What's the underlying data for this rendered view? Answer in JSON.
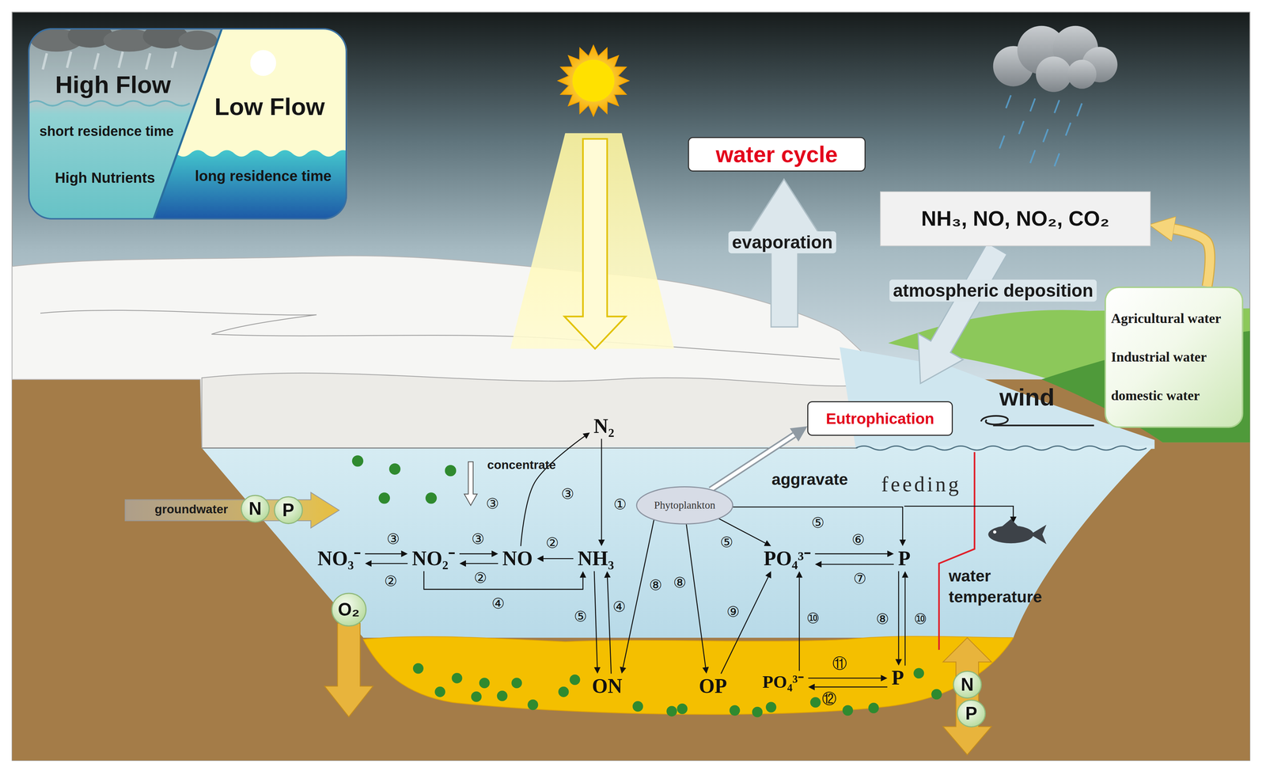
{
  "diagram": {
    "nodes": [
      {
        "text": [
          "High Flow",
          "short residence time",
          "High Nutrients",
          "Low Flow",
          "long residence time"
        ]
      },
      {
        "text": [
          "water cycle"
        ]
      },
      {
        "text": [
          "NH₃, NO, NO₂, CO₂"
        ]
      },
      {
        "text": [
          "Agricultural water",
          "Industrial water",
          "domestic water"
        ]
      },
      {
        "text": [
          "Eutrophication"
        ]
      },
      {
        "text": [
          "N₂"
        ]
      },
      {
        "text": [
          "N"
        ]
      },
      {
        "text": [
          "P"
        ]
      },
      {
        "text": [
          "Phytoplankton"
        ]
      },
      {
        "text": [
          "NO₃⁻"
        ]
      },
      {
        "text": [
          "NO₂⁻"
        ]
      },
      {
        "text": [
          "NO"
        ]
      },
      {
        "text": [
          "NH₃"
        ]
      },
      {
        "text": [
          "PO₄³⁻"
        ]
      },
      {
        "text": [
          "P"
        ]
      },
      {
        "text": [
          "O₂"
        ]
      },
      {
        "text": [
          "ON"
        ]
      },
      {
        "text": [
          "OP"
        ]
      },
      {
        "text": [
          "PO₄³⁻"
        ]
      },
      {
        "text": [
          "P"
        ]
      },
      {
        "text": [
          "N"
        ]
      },
      {
        "text": [
          "P"
        ]
      }
    ],
    "edges": [
      {
        "from": 9,
        "to": 10,
        "label": "③",
        "arrow": "to"
      },
      {
        "from": 10,
        "to": 9,
        "label": "②",
        "arrow": "to"
      },
      {
        "from": 10,
        "to": 11,
        "label": "③",
        "arrow": "to"
      },
      {
        "from": 11,
        "to": 10,
        "label": "②",
        "arrow": "to"
      },
      {
        "from": 12,
        "to": 11,
        "label": "②",
        "arrow": "to"
      },
      {
        "from": 10,
        "to": 12,
        "label": "④",
        "arrow": "to"
      },
      {
        "from": 11,
        "to": 5,
        "label": "③",
        "arrow": "to"
      },
      {
        "from": 5,
        "to": 12,
        "label": "①",
        "arrow": "to"
      },
      {
        "from": 12,
        "to": 16,
        "label": "⑤",
        "arrow": "to"
      },
      {
        "from": 16,
        "to": 12,
        "label": "④",
        "arrow": "to"
      },
      {
        "from": 8,
        "to": 16,
        "label": "⑧",
        "arrow": "to"
      },
      {
        "from": 8,
        "to": 17,
        "label": "⑧",
        "arrow": "to"
      },
      {
        "from": 8,
        "to": 13,
        "label": "⑤",
        "arrow": "to"
      },
      {
        "from": 8,
        "to": 14,
        "label": "⑤",
        "arrow": "to"
      },
      {
        "from": 13,
        "to": 14,
        "label": "⑥",
        "arrow": "to"
      },
      {
        "from": 14,
        "to": 13,
        "label": "⑦",
        "arrow": "to"
      },
      {
        "from": 17,
        "to": 13,
        "label": "⑨",
        "arrow": "to"
      },
      {
        "from": 18,
        "to": 13,
        "label": "⑩",
        "arrow": "to"
      },
      {
        "from": 14,
        "to": 19,
        "label": "⑧",
        "arrow": "to"
      },
      {
        "from": 19,
        "to": 14,
        "label": "⑩",
        "arrow": "to"
      },
      {
        "from": 18,
        "to": 19,
        "label": "⑪",
        "arrow": "to"
      },
      {
        "from": 19,
        "to": 18,
        "label": "⑫",
        "arrow": "to"
      },
      {
        "from": 8,
        "to": 4,
        "label": "aggravate",
        "arrow": "to"
      },
      {
        "from": 3,
        "to": 2,
        "arrow": "to"
      }
    ],
    "labels": [
      "evaporation",
      "atmospheric deposition",
      "wind",
      "concentrate",
      "③",
      "groundwater",
      "feeding",
      "water temperature"
    ]
  }
}
